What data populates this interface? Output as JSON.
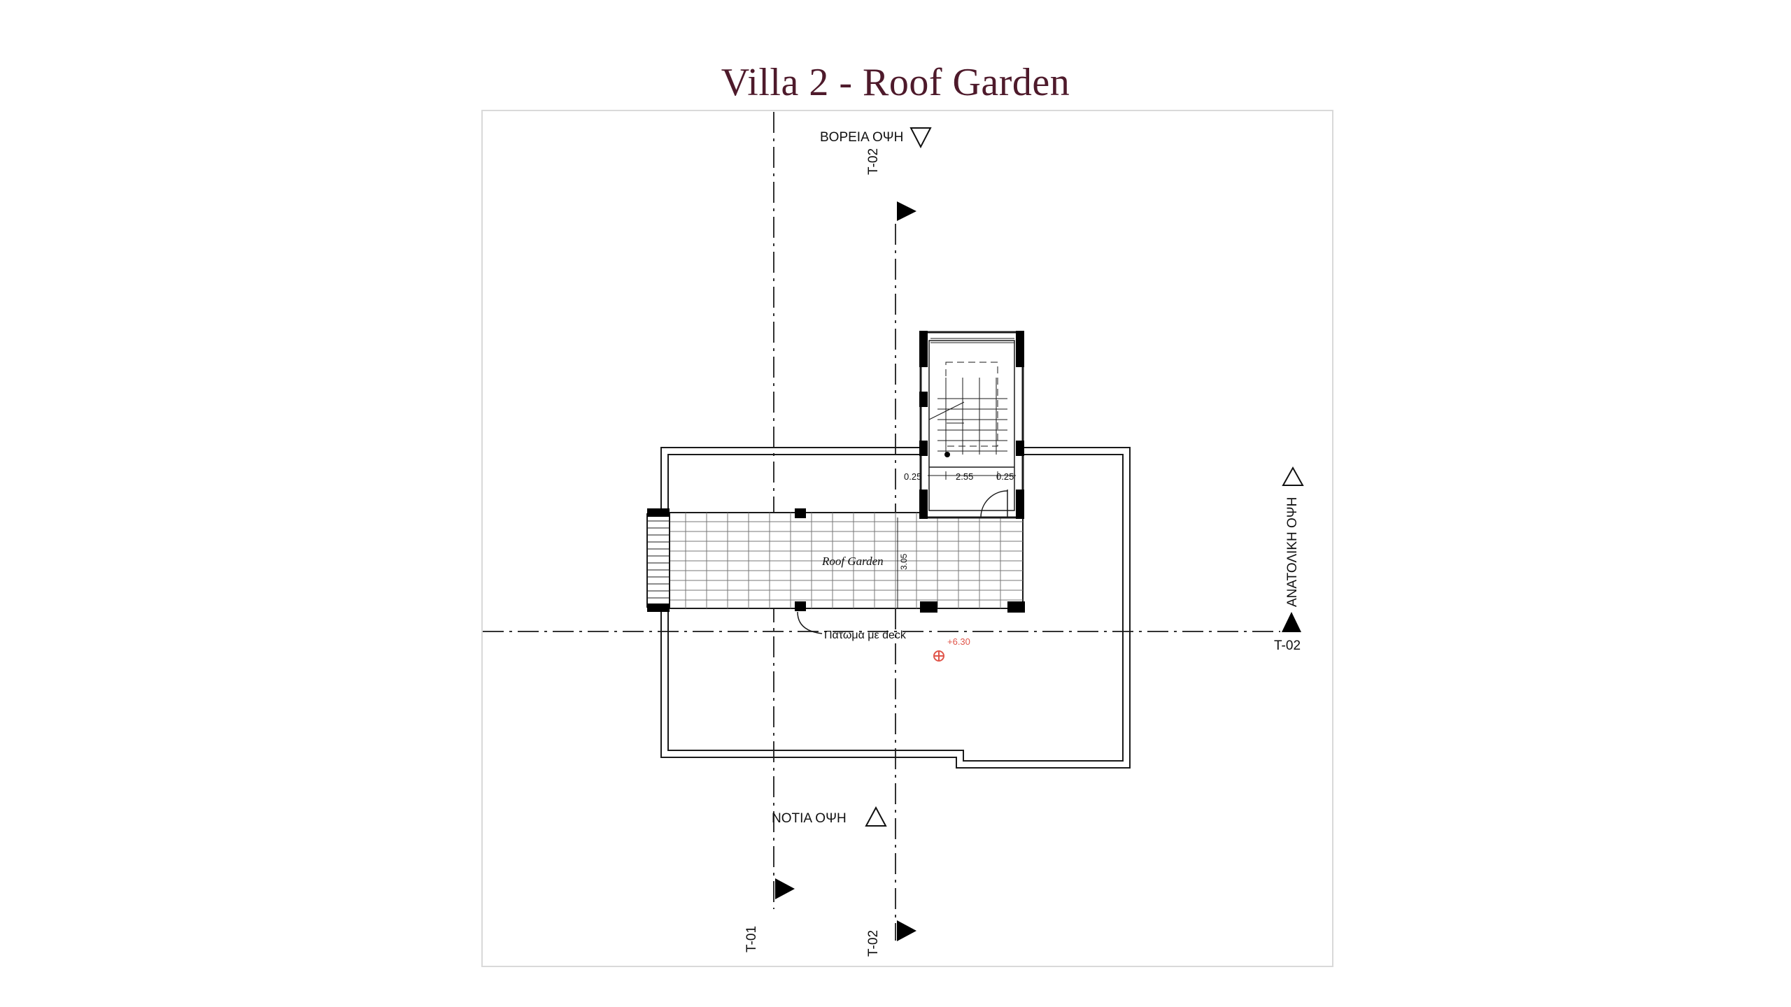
{
  "title": "Villa 2 - Roof Garden",
  "colors": {
    "title": "#4e1a2b",
    "lines": "#1a1a1a",
    "frame": "#d9d9d9",
    "level_marker": "#e0554a"
  },
  "elevations": {
    "north": "ΒΟΡΕΙΑ ΟΨΗ",
    "south": "ΝΟΤΙΑ ΟΨΗ",
    "east": "ΑΝΑΤΟΛΙΚΗ ΟΨΗ"
  },
  "sections": {
    "t02_top": "T-02",
    "t02_right": "T-02",
    "t01_bottom": "T-01",
    "t02_bottom": "T-02"
  },
  "plan": {
    "room_label": "Roof Garden",
    "deck_note": "Πατωμα με deck",
    "level": "+6.30",
    "dim_left": "0.25",
    "dim_mid": "2.55",
    "dim_right": "0.25",
    "dim_vertical": "3.05"
  }
}
